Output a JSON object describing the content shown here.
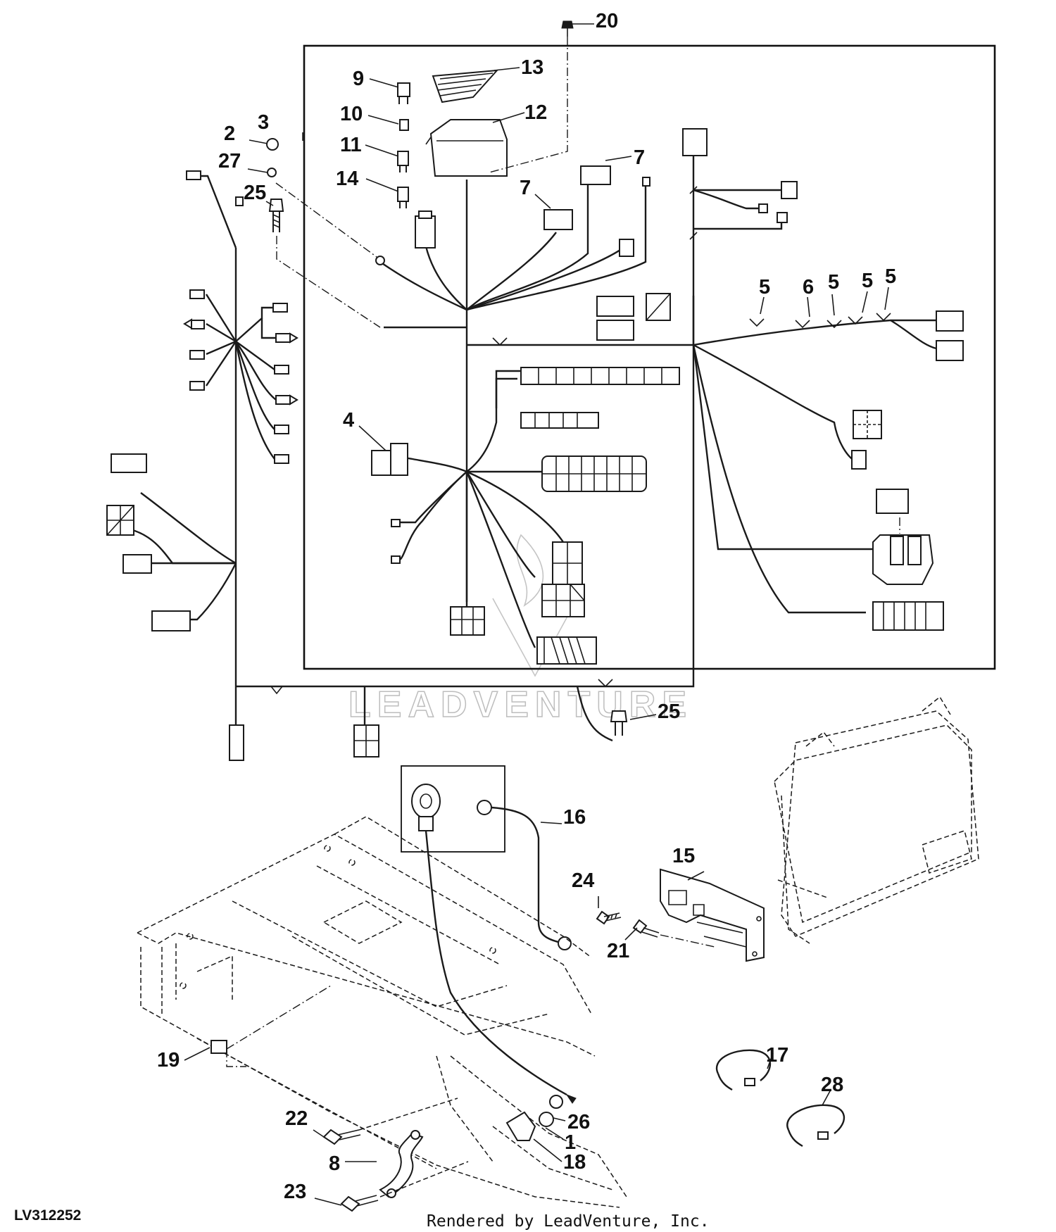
{
  "figure_id": "LV312252",
  "credit": "Rendered by LeadVenture, Inc.",
  "watermark": "LEADVENTURE",
  "callouts": [
    {
      "id": "c20",
      "label": "20"
    },
    {
      "id": "c13",
      "label": "13"
    },
    {
      "id": "c9",
      "label": "9"
    },
    {
      "id": "c3",
      "label": "3"
    },
    {
      "id": "c10",
      "label": "10"
    },
    {
      "id": "c12",
      "label": "12"
    },
    {
      "id": "c2",
      "label": "2"
    },
    {
      "id": "c11",
      "label": "11"
    },
    {
      "id": "c27",
      "label": "27"
    },
    {
      "id": "c7a",
      "label": "7"
    },
    {
      "id": "c14",
      "label": "14"
    },
    {
      "id": "c7b",
      "label": "7"
    },
    {
      "id": "c25a",
      "label": "25"
    },
    {
      "id": "c5a",
      "label": "5"
    },
    {
      "id": "c6",
      "label": "6"
    },
    {
      "id": "c5b",
      "label": "5"
    },
    {
      "id": "c5c",
      "label": "5"
    },
    {
      "id": "c5d",
      "label": "5"
    },
    {
      "id": "c4",
      "label": "4"
    },
    {
      "id": "c25b",
      "label": "25"
    },
    {
      "id": "c16",
      "label": "16"
    },
    {
      "id": "c15",
      "label": "15"
    },
    {
      "id": "c24",
      "label": "24"
    },
    {
      "id": "c21",
      "label": "21"
    },
    {
      "id": "c19",
      "label": "19"
    },
    {
      "id": "c17",
      "label": "17"
    },
    {
      "id": "c28",
      "label": "28"
    },
    {
      "id": "c22",
      "label": "22"
    },
    {
      "id": "c26",
      "label": "26"
    },
    {
      "id": "c1",
      "label": "1"
    },
    {
      "id": "c18",
      "label": "18"
    },
    {
      "id": "c8",
      "label": "8"
    },
    {
      "id": "c23",
      "label": "23"
    }
  ]
}
